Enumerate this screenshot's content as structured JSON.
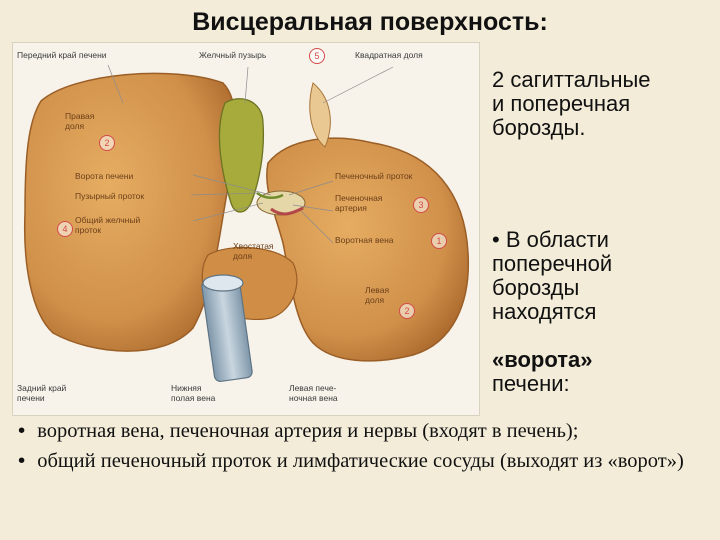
{
  "title": "Висцеральная поверхность:",
  "figure": {
    "labels": {
      "front_edge": "Передний край печени",
      "gallbladder": "Желчный пузырь",
      "quadrate_lobe": "Квадратная доля",
      "right_lobe": "Правая\nдоля",
      "porta_hepatis": "Ворота печени",
      "cystic_duct": "Пузырный проток",
      "common_bile_duct": "Общий желчный\nпроток",
      "hepatic_duct": "Печеночный проток",
      "hepatic_artery": "Печеночная\nартерия",
      "portal_vein": "Воротная вена",
      "caudate_lobe": "Хвостатая\nдоля",
      "left_lobe": "Левая\nдоля",
      "back_edge": "Задний край\nпечени",
      "ivc": "Нижняя\nполая вена",
      "left_hepatic_vein": "Левая пече-\nночная вена"
    },
    "badges": {
      "gallbladder": "5",
      "right_lobe": "2",
      "hepatic_duct": "3",
      "common_bile_duct": "4",
      "portal_vein": "1",
      "left_lobe": "2"
    }
  },
  "side": {
    "p1": "2 сагиттальные\nи поперечная\nборозды.",
    "p2_lead": "• В области\nпоперечной\nборозды\nнаходятся",
    "p2_bold": "«ворота»",
    "p2_tail": "печени:"
  },
  "bullets": [
    {
      "marker": "•",
      "text": "воротная вена, печеночная артерия и нервы (входят в печень);"
    },
    {
      "marker": "•",
      "text": "общий печеночный проток и лимфатические сосуды (выходят из «ворот»)"
    }
  ],
  "colors": {
    "liver": "#d99a4e",
    "liver_shadow": "#b8742f",
    "gallbladder": "#a1a83b",
    "vein": "#8fa6b8",
    "badge": "#d24a4a"
  }
}
